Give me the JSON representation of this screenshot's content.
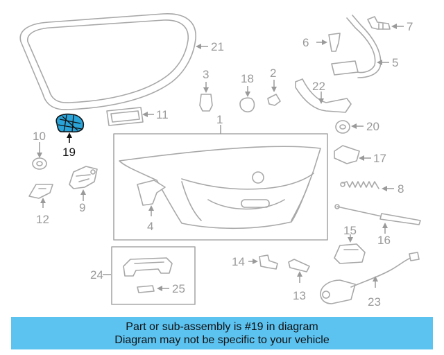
{
  "highlighted_part": "19",
  "colors": {
    "highlight_fill": "#2aa3d8",
    "banner_bg": "#5cc2f0",
    "part_stroke": "#a8a8a8",
    "label": "#9a9a9a"
  },
  "callouts": {
    "c1": "1",
    "c2": "2",
    "c3": "3",
    "c4": "4",
    "c5": "5",
    "c6": "6",
    "c7": "7",
    "c8": "8",
    "c9": "9",
    "c10": "10",
    "c11": "11",
    "c12": "12",
    "c13": "13",
    "c14": "14",
    "c15": "15",
    "c16": "16",
    "c17": "17",
    "c18": "18",
    "c19": "19",
    "c20": "20",
    "c21": "21",
    "c22": "22",
    "c23": "23",
    "c24": "24",
    "c25": "25"
  },
  "banner": {
    "line1": "Part or sub-assembly is #19 in diagram",
    "line2": "Diagram may not be specific to your vehicle"
  }
}
